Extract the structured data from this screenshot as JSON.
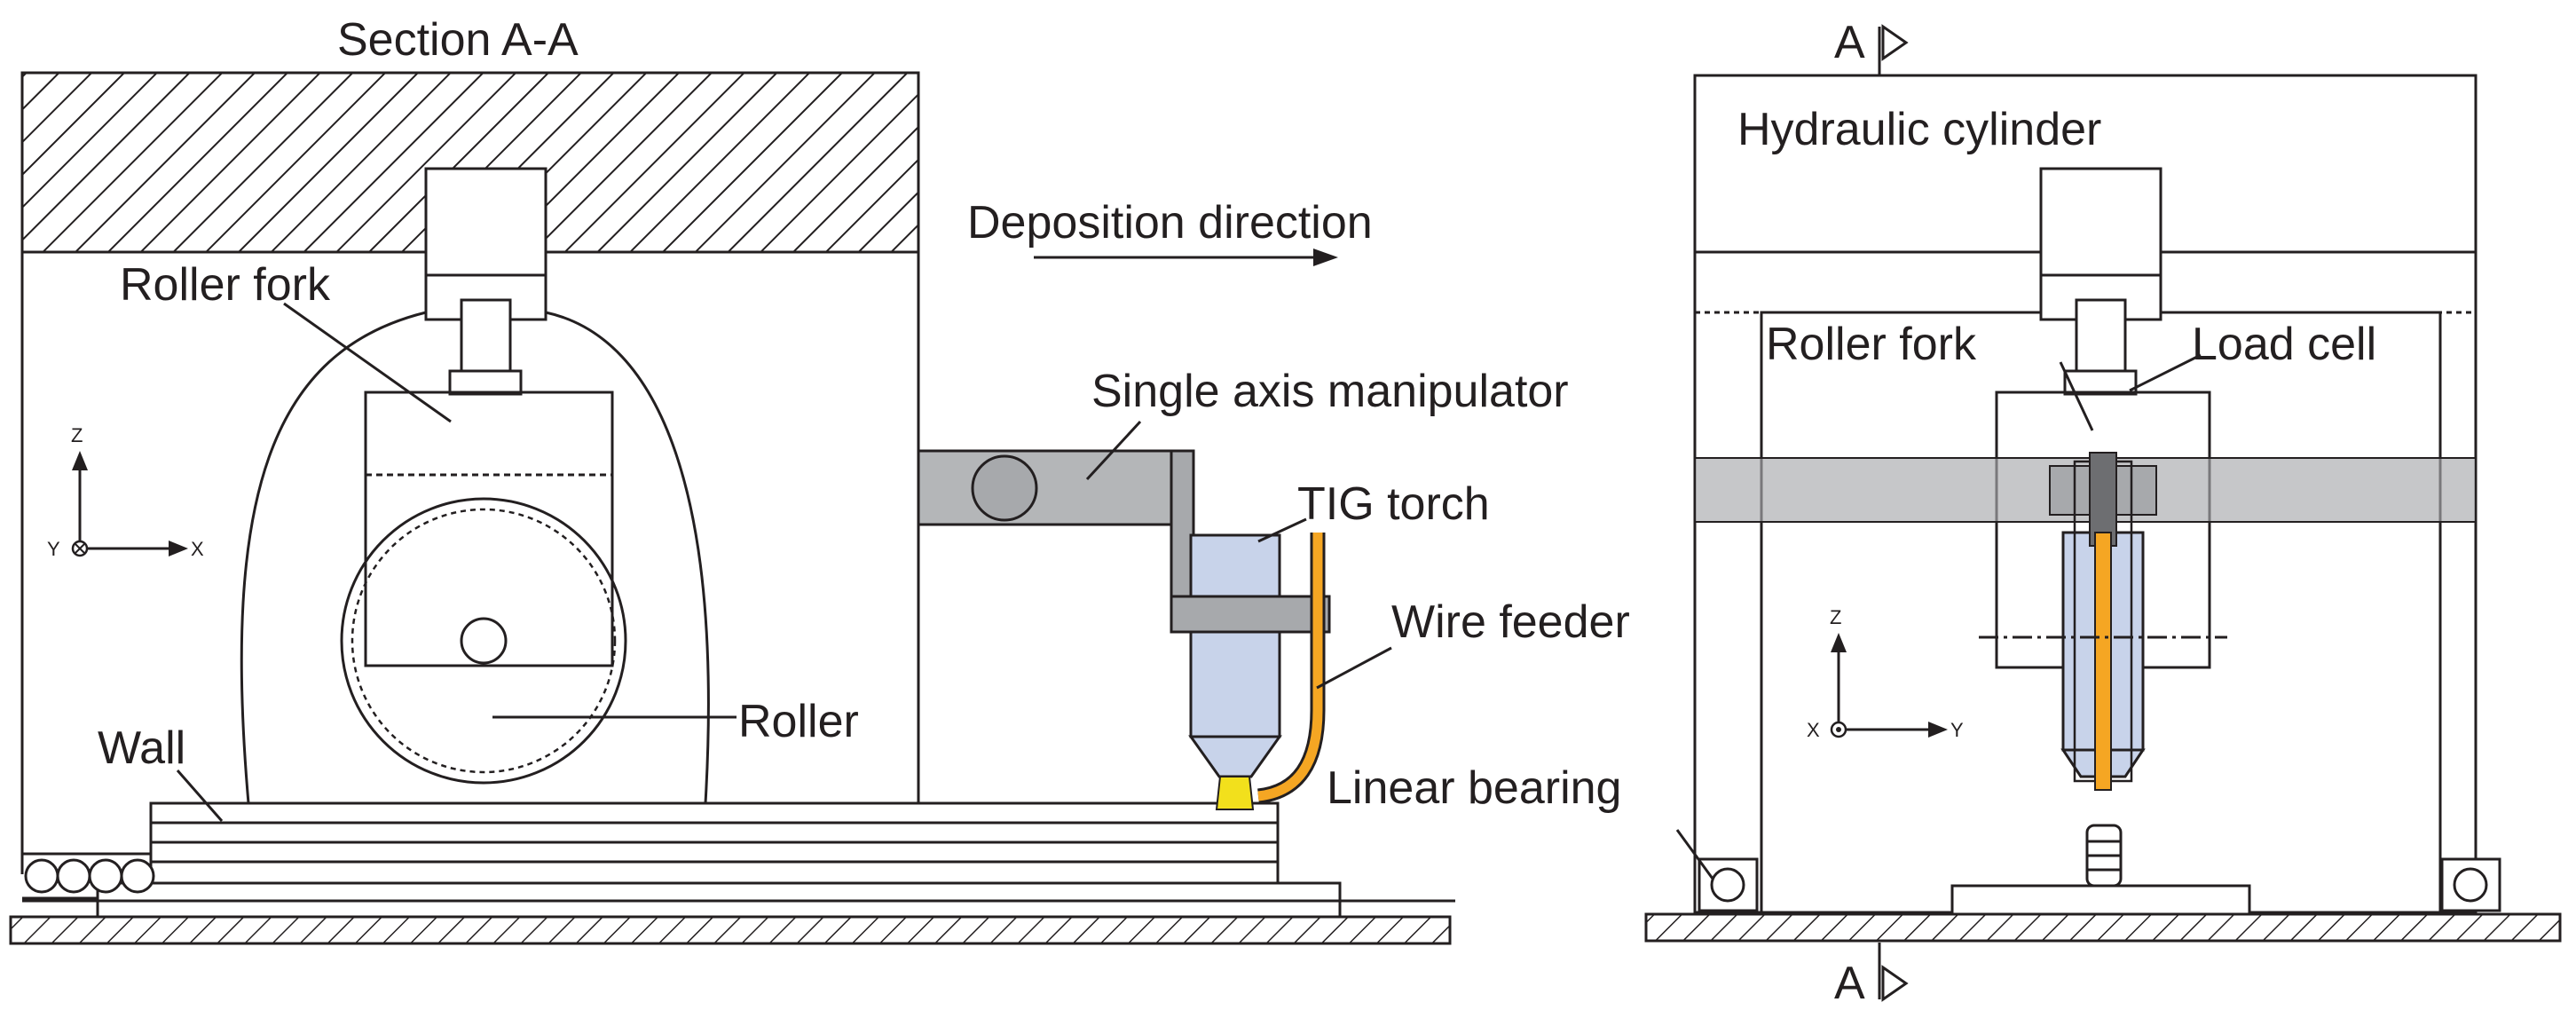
{
  "labels": {
    "section": "Section A-A",
    "roller_fork_left": "Roller fork",
    "deposition": "Deposition direction",
    "manipulator": "Single axis manipulator",
    "tig": "TIG torch",
    "wire": "Wire feeder",
    "roller": "Roller",
    "wall": "Wall",
    "linear_bearing": "Linear bearing",
    "hydraulic": "Hydraulic cylinder",
    "roller_fork_right": "Roller fork",
    "load_cell": "Load cell",
    "section_mark": "A"
  },
  "axes": {
    "left": {
      "vertical": "Z",
      "out": "Y",
      "horizontal": "X"
    },
    "right": {
      "vertical": "Z",
      "out": "X",
      "horizontal": "Y"
    }
  },
  "colors": {
    "line": "#231f20",
    "manipulator": "#a7a9ac",
    "torch": "#c8d3ea",
    "wire": "#f5a623",
    "arc": "#f2e01c"
  }
}
